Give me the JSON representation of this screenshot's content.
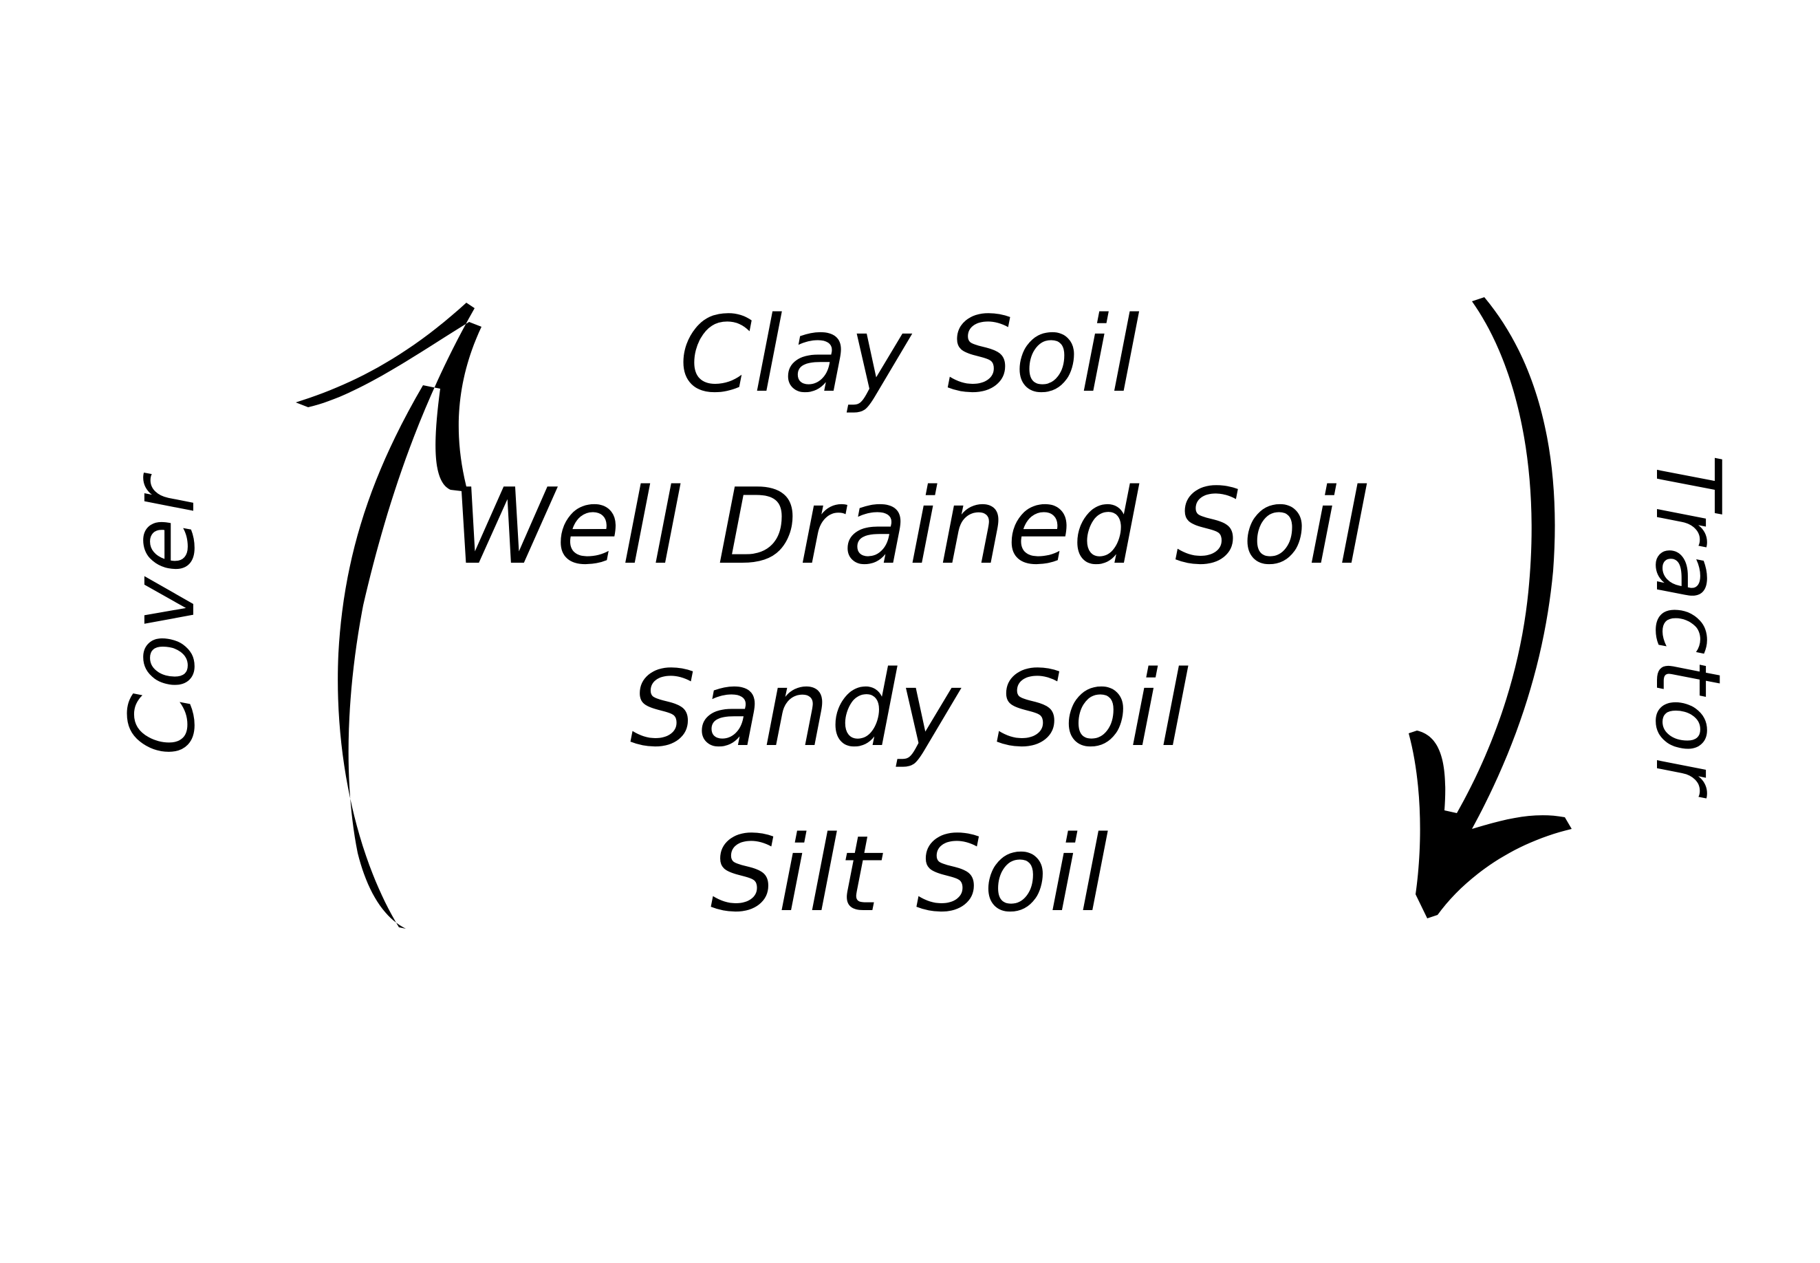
{
  "diagram": {
    "soils": [
      {
        "label": "Clay Soil"
      },
      {
        "label": "Well Drained Soil"
      },
      {
        "label": "Sandy Soil"
      },
      {
        "label": "Silt Soil"
      }
    ],
    "left_label": "Cover",
    "right_label": "Tractor",
    "left_arrow_direction": "up",
    "right_arrow_direction": "down",
    "colors": {
      "background": "#ffffff",
      "ink": "#000000"
    }
  }
}
